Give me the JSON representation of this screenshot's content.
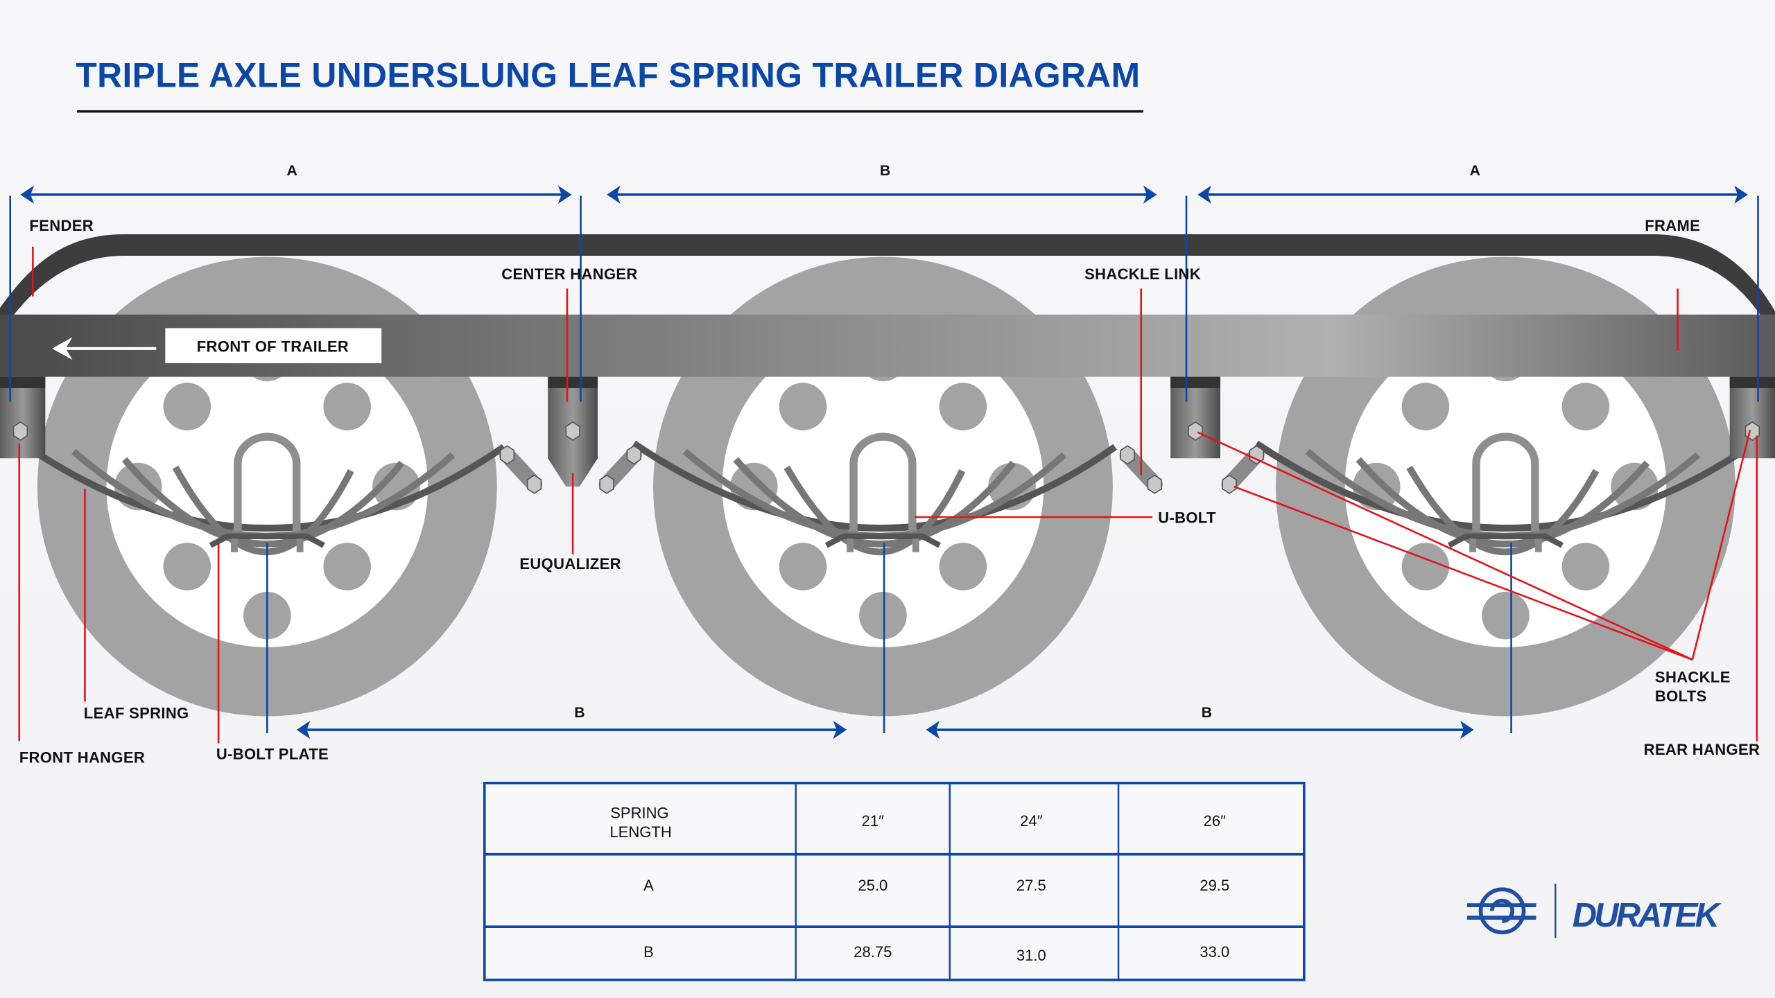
{
  "title": "TRIPLE AXLE UNDERSLUNG LEAF SPRING TRAILER DIAGRAM",
  "dimensions": {
    "top": [
      "A",
      "B",
      "A"
    ],
    "bottom": [
      "B",
      "B"
    ]
  },
  "front_of_trailer": "FRONT OF TRAILER",
  "labels": {
    "fender": "FENDER",
    "center_hanger": "CENTER HANGER",
    "shackle_link": "SHACKLE LINK",
    "frame": "FRAME",
    "equalizer": "EUQUALIZER",
    "u_bolt": "U-BOLT",
    "leaf_spring": "LEAF SPRING",
    "front_hanger": "FRONT HANGER",
    "u_bolt_plate": "U-BOLT PLATE",
    "shackle_bolts_1": "SHACKLE",
    "shackle_bolts_2": "BOLTS",
    "rear_hanger": "REAR HANGER"
  },
  "table": {
    "header": [
      "SPRING",
      "LENGTH",
      "21″",
      "24″",
      "26″"
    ],
    "rows": [
      [
        "A",
        "25.0",
        "27.5",
        "29.5"
      ],
      [
        "B",
        "28.75",
        "31.0",
        "33.0"
      ]
    ]
  },
  "logo": {
    "brand": "DURATEK"
  },
  "colors": {
    "accent": "#0a47a8",
    "callout": "#e3141b",
    "wheel": "#a3a3a3",
    "fender": "#3d3d3d"
  }
}
